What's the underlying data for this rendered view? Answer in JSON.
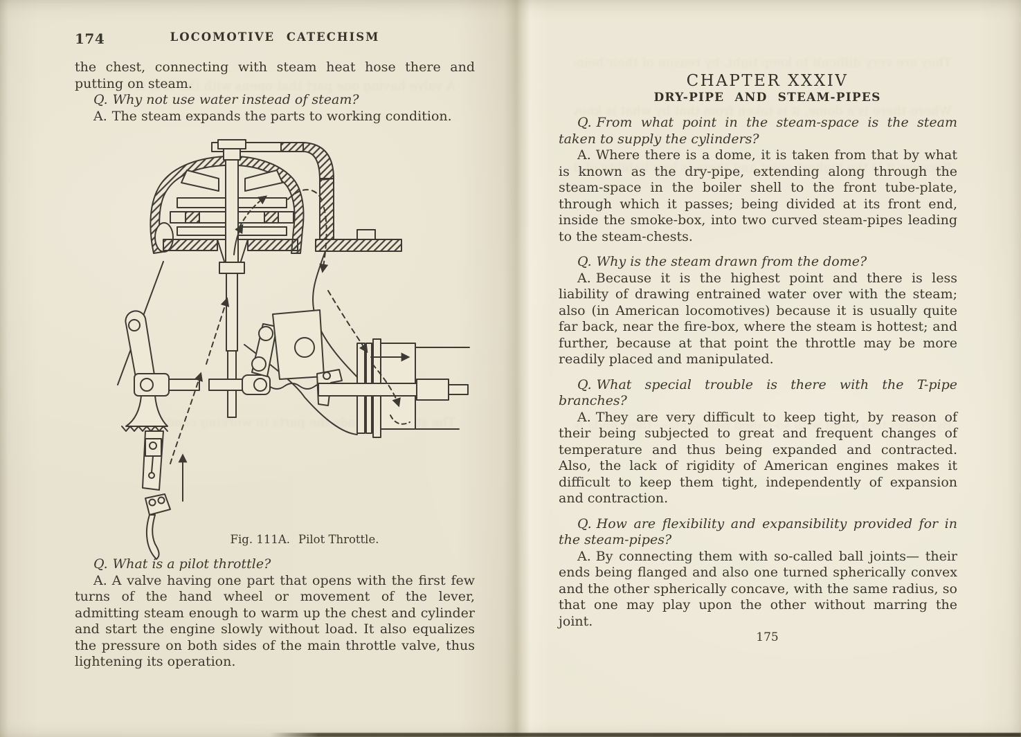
{
  "book": {
    "left_page": {
      "page_number": "174",
      "running_title": "LOCOMOTIVE CATECHISM",
      "paragraphs": [
        {
          "type": "body",
          "prefix": "",
          "text": "the chest, connecting with steam heat hose there and putting on steam."
        },
        {
          "type": "question",
          "prefix": "Q.",
          "text": "Why not use water instead of steam?"
        },
        {
          "type": "answer",
          "prefix": "A.",
          "text": "The steam expands the parts to working condition."
        },
        {
          "type": "question",
          "prefix": "Q.",
          "text": "What is a pilot throttle?"
        },
        {
          "type": "answer",
          "prefix": "A.",
          "text": "A valve having one part that opens with the first few turns of the hand wheel or movement of the lever, admitting steam enough to warm up the chest and cylinder and start the engine slowly without load. It also equalizes the pressure on both sides of the main throttle valve, thus lightening its operation."
        }
      ],
      "figure": {
        "caption_label": "Fig. 111A.",
        "caption_title": "Pilot Throttle.",
        "alt": "Sectional line drawing of a pilot throttle: valve dome with hatched walls fed by the dry-pipe elbow, operating stem and lever linkage below, notched throttle quadrant and latch handle at lower left, steam-pipe flange at lower right; dashed arrows trace the steam flow."
      }
    },
    "right_page": {
      "chapter_heading": "CHAPTER XXXIV",
      "chapter_subtitle": "DRY-PIPE AND STEAM-PIPES",
      "paragraphs": [
        {
          "type": "question",
          "prefix": "Q.",
          "text": "From what point in the steam-space is the steam taken to supply the cylinders?"
        },
        {
          "type": "answer",
          "prefix": "A.",
          "text": "Where there is a dome, it is taken from that by what is known as the dry-pipe, extending along through the steam-space in the boiler shell to the front tube-plate, through which it passes; being divided at its front end, inside the smoke-box, into two curved steam-pipes leading to the steam-chests."
        },
        {
          "type": "question",
          "prefix": "Q.",
          "text": "Why is the steam drawn from the dome?"
        },
        {
          "type": "answer",
          "prefix": "A.",
          "text": "Because it is the highest point and there is less liability of drawing entrained water over with the steam; also (in American locomotives) because it is usually quite far back, near the fire-box, where the steam is hottest; and further, because at that point the throttle may be more readily placed and manipulated."
        },
        {
          "type": "question",
          "prefix": "Q.",
          "text": "What special trouble is there with the T-pipe branches?"
        },
        {
          "type": "answer",
          "prefix": "A.",
          "text": "They are very difficult to keep tight, by reason of their being subjected to great and frequent changes of temperature and thus being expanded and contracted. Also, the lack of rigidity of American engines makes it difficult to keep them tight, independently of expansion and contraction."
        },
        {
          "type": "question",
          "prefix": "Q.",
          "text": "How are flexibility and expansibility provided for in the steam-pipes?"
        },
        {
          "type": "answer",
          "prefix": "A.",
          "text": "By connecting them with so-called ball joints— their ends being flanged and also one turned spherically convex and the other spherically concave, with the same radius, so that one may play upon the other without marring the joint."
        }
      ],
      "page_number": "175"
    },
    "colors": {
      "paper": "#e9e3d1",
      "paper_right": "#ece7d6",
      "ink": "#3a372e",
      "gutter_shadow": "#c9c2aa",
      "line_art": "#3c3a33"
    }
  }
}
